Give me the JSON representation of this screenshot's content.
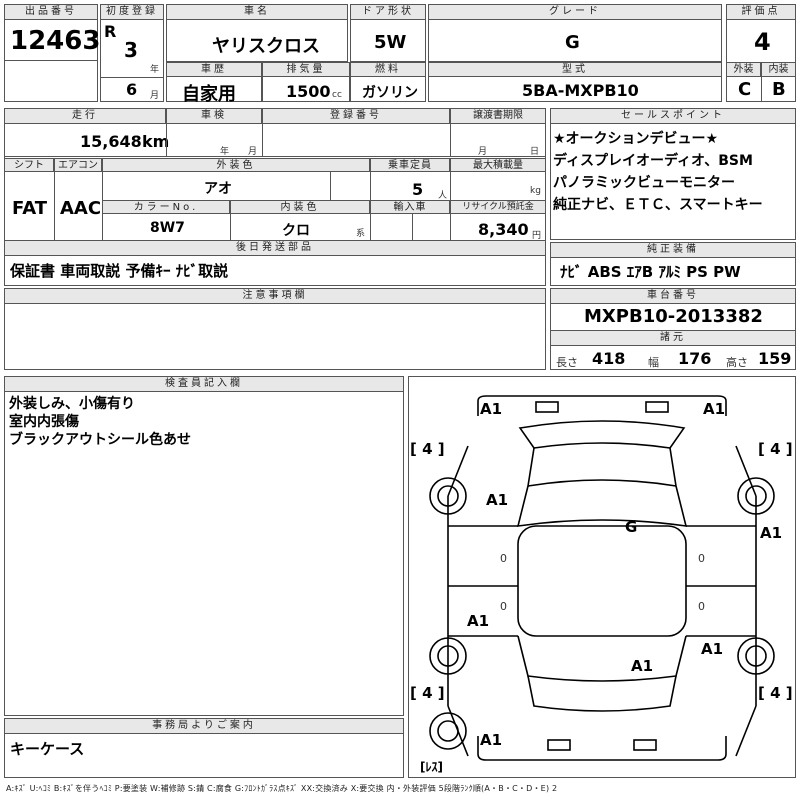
{
  "header": {
    "lot_label": "出品番号",
    "lot": "12463",
    "first_reg_label": "初度登録",
    "era": "R",
    "year": "3",
    "year_unit": "年",
    "month": "6",
    "month_unit": "月",
    "name_label": "車名",
    "name": "ヤリスクロス",
    "door_label": "ドア形状",
    "door": "5W",
    "grade_label": "グレード",
    "grade": "G",
    "score_label": "評価点",
    "score": "4",
    "history_label": "車歴",
    "history": "自家用",
    "displacement_label": "排気量",
    "displacement": "1500",
    "displacement_unit": "cc",
    "fuel_label": "燃料",
    "fuel": "ガソリン",
    "model_label": "型式",
    "model": "5BA-MXPB10",
    "ext_label": "外装",
    "ext": "C",
    "int_label": "内装",
    "int": "B"
  },
  "mid": {
    "mileage_label": "走行",
    "mileage": "15,648",
    "mileage_unit": "km",
    "inspection_label": "車検",
    "insp_year_unit": "年",
    "insp_month_unit": "月",
    "reg_no_label": "登録番号",
    "transfer_label": "譲渡書期限",
    "transfer_month_unit": "月",
    "transfer_day_unit": "日",
    "shift_label": "シフト",
    "shift": "FAT",
    "ac_label": "エアコン",
    "ac": "AAC",
    "color_label": "外装色",
    "color": "アオ",
    "capacity_label": "乗車定員",
    "capacity": "5",
    "capacity_unit": "人",
    "max_load_label": "最大積載量",
    "max_load_unit": "kg",
    "color_no_label": "カラーNo.",
    "color_no": "8W7",
    "int_color_label": "内装色",
    "int_color": "クロ",
    "int_color_unit": "系",
    "import_label": "輸入車",
    "recycle_label": "リサイクル預託金",
    "recycle": "8,340",
    "recycle_unit": "円",
    "later_label": "後日発送部品",
    "later": "保証書 車両取説 予備ｷｰ ﾅﾋﾞ取説",
    "notes_label": "注意事項欄"
  },
  "sales": {
    "label": "セールスポイント",
    "lines": [
      "★オークションデビュー★",
      "ディスプレイオーディオ、BSM",
      "パノラミックビューモニター",
      "純正ナビ、ＥＴＣ、スマートキー"
    ]
  },
  "equipment": {
    "label": "純正装備",
    "value": "ﾅﾋﾞ ABS ｴｱB ｱﾙﾐ PS PW"
  },
  "chassis": {
    "label": "車台番号",
    "value": "MXPB10-2013382",
    "spec_label": "諸元",
    "len_label": "長さ",
    "len": "418",
    "wid_label": "幅",
    "wid": "176",
    "hei_label": "高さ",
    "hei": "159"
  },
  "inspector": {
    "label": "検査員記入欄",
    "lines": [
      "外装しみ、小傷有り",
      "室内内張傷",
      "ブラックアウトシール色あせ"
    ]
  },
  "office": {
    "label": "事務局よりご案内",
    "value": "キーケース"
  },
  "diagram": {
    "marks": {
      "front_left": "A1",
      "front_right": "A1",
      "hood_left": "A1",
      "windshield": "G",
      "right_fender": "A1",
      "left_door": "A1",
      "right_rear": "A1",
      "right_quarter": "A1",
      "rear_left": "A1",
      "door_l1": "0",
      "door_l2": "0",
      "door_r1": "0",
      "door_r2": "0"
    },
    "tires": {
      "fl": "4",
      "fr": "4",
      "rl": "4",
      "rr": "4",
      "spare": "ﾚｽ"
    }
  },
  "legend": "A:ｷｽﾞ U:ﾍｺﾐ B:ｷｽﾞを伴うﾍｺﾐ P:要塗装 W:補修跡 S:錆 C:腐食 G:ﾌﾛﾝﾄｶﾞﾗｽ点ｷｽﾞ XX:交換済み X:要交換 内・外装評価 5段階ﾗﾝｸ順(A・B・C・D・E) 2"
}
